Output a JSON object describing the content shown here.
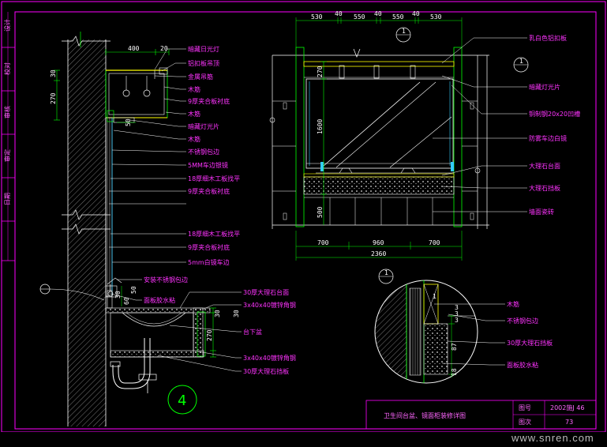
{
  "colors": {
    "background": "#000000",
    "structure": "#00ff00",
    "label": "#ff33ff",
    "dimension": "#ffffff",
    "material": "#ffff00",
    "glass": "#33ccff"
  },
  "left_labels": [
    "暗藏日光灯",
    "铝扣板吊顶",
    "金属吊筋",
    "木筋",
    "9厚夹合板衬底",
    "木筋",
    "暗藏灯光片",
    "木筋",
    "不锈钢包边",
    "5MM车边银镜",
    "18厚细木工板找平",
    "9厚夹合板衬底",
    "18厚细木工板找平",
    "9厚夹合板衬底",
    "5mm白镜车边",
    "安装不锈钢包边",
    "面板胶水粘",
    "30厚大理石台面",
    "3x40x40镀锌角钢",
    "台下盆",
    "3x40x40镀锌角钢",
    "30厚大理石挡板"
  ],
  "right_labels": [
    "乳白色铝扣板",
    "暗藏灯光片",
    "铜制钢20x20凹槽",
    "防雾车边白镜",
    "大理石台面",
    "大理石挡板",
    "墙面瓷砖"
  ],
  "detail_labels": [
    "木筋",
    "不锈钢包边",
    "30厚大理石挡板",
    "面板胶水粘"
  ],
  "top_dims": [
    "530",
    "40",
    "550",
    "40",
    "550",
    "40",
    "530"
  ],
  "bottom_dims": [
    "700",
    "960",
    "700"
  ],
  "bottom_total": "2360",
  "elev_vert_dims": [
    "270",
    "1600",
    "500"
  ],
  "left_dims": {
    "d400": "400",
    "d20": "20",
    "d30": "30",
    "d270": "270",
    "d50": "50",
    "sec_30a": "30",
    "sec_50": "50",
    "sec_60": "60",
    "sec_30b": "30",
    "sec_270": "270",
    "sec_30c": "30"
  },
  "detail_dims": [
    "3",
    "3",
    "3",
    "87",
    "18"
  ],
  "callouts": [
    "1",
    "1",
    "1",
    "1"
  ],
  "section_number": "4",
  "title_block": {
    "title": "卫生间台盆、镜面柜装修详图",
    "label_1": "图号",
    "label_2": "图次",
    "drawing_no": "2002施J  46",
    "page": "73"
  },
  "left_strip": [
    "设计",
    "校对",
    "审核",
    "审定",
    "日期"
  ],
  "watermark": "www.snren.com"
}
